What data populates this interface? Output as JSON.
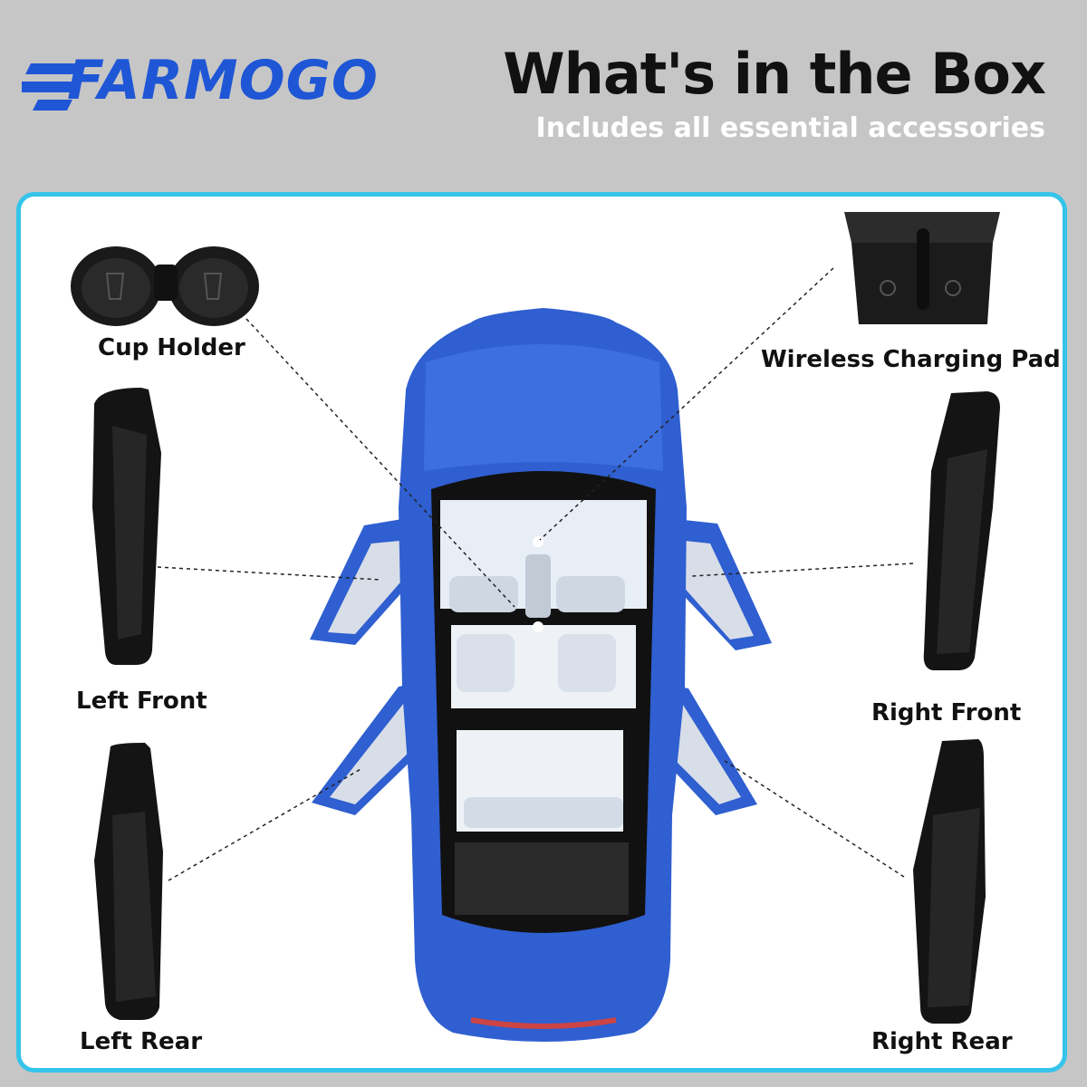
{
  "brand": {
    "name": "FARMOGO",
    "color": "#1e56d6"
  },
  "header": {
    "title": "What's in the Box",
    "subtitle": "Includes all essential accessories"
  },
  "items": [
    {
      "label": "Cup Holder",
      "icon": "cup-holder-icon"
    },
    {
      "label": "Wireless Charging Pad",
      "icon": "charging-pad-icon"
    },
    {
      "label": "Left Front",
      "icon": "door-organizer-icon"
    },
    {
      "label": "Right Front",
      "icon": "door-organizer-icon"
    },
    {
      "label": "Left Rear",
      "icon": "door-organizer-icon"
    },
    {
      "label": "Right Rear",
      "icon": "door-organizer-icon"
    }
  ],
  "colors": {
    "panel_border": "#35c4ea",
    "car_body": "#2f5fd0",
    "background": "#c6c6c6"
  }
}
